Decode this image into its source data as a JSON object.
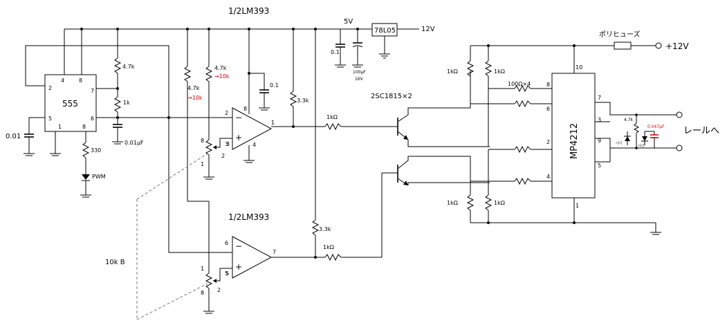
{
  "supply": {
    "v5": "5V",
    "v12": "12V",
    "regulator": "78L05",
    "plus12": "+12V",
    "polyfuse": "ポリヒューズ"
  },
  "timer": {
    "name": "555",
    "pins": [
      "4",
      "8",
      "2",
      "7",
      "6",
      "5",
      "1",
      "8"
    ]
  },
  "timer_parts": {
    "r_top": "4.7k",
    "r_mid": "1k",
    "c_timing": "0.01μF",
    "c_ctrl": "0.01",
    "r_led": "330",
    "led": "PWM"
  },
  "reg_caps": {
    "c1": "0.1",
    "c2_value": "100μF",
    "c2_voltage": "16V"
  },
  "comp1": {
    "title": "1/2LM393",
    "pins": [
      "2",
      "3",
      "8",
      "4",
      "1"
    ],
    "r_bias": "0.1"
  },
  "comp1_pots": {
    "left_value": "4.7k",
    "left_change": "→10k",
    "right_value": "4.7k",
    "right_change": "→10k",
    "pot_pins": [
      "8",
      "3",
      "2",
      "1"
    ]
  },
  "comp2": {
    "title": "1/2LM393",
    "pins": [
      "6",
      "5",
      "7"
    ],
    "pot_pins": [
      "1",
      "5",
      "2",
      "8"
    ]
  },
  "pullups": {
    "r1": "3.3k",
    "r2": "3.3k"
  },
  "base_resistors": {
    "r1": "1kΩ",
    "r2": "1kΩ"
  },
  "pot_label": "10k B",
  "transistors": {
    "label": "2SC1815×2"
  },
  "driver": {
    "name": "MP4212",
    "pins_left": [
      "8",
      "6",
      "2",
      "4"
    ],
    "pin_top": "10",
    "pin_bottom": "1",
    "pins_right": [
      "7",
      "3",
      "9",
      "5"
    ]
  },
  "driver_resistors": {
    "top_left": "1kΩ",
    "top_right": "1kΩ",
    "series": "100Ω×4",
    "bottom_left": "1kΩ",
    "bottom_right": "1kΩ"
  },
  "output": {
    "r_small": "4.7k",
    "cap": "0.047μF",
    "label": "レールへ"
  }
}
